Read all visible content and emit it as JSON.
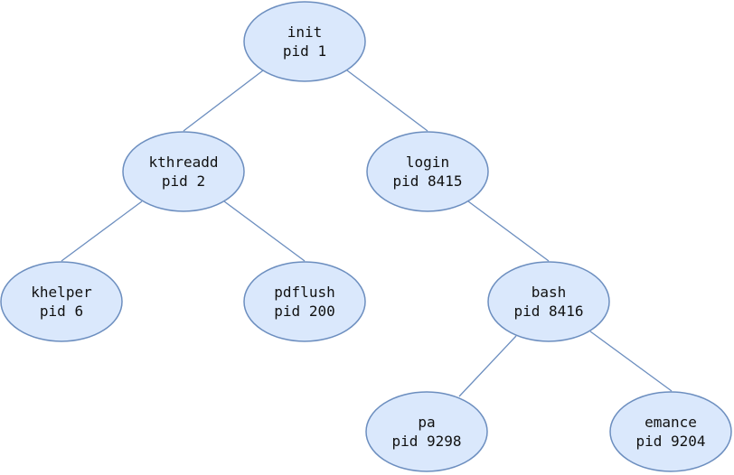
{
  "colors": {
    "node_fill": "#dae8fc",
    "node_stroke": "#6c8ebf",
    "edge": "#6c8ebf"
  },
  "tree": {
    "nodes": [
      {
        "id": "init",
        "name": "init",
        "pid": "pid 1"
      },
      {
        "id": "kthreadd",
        "name": "kthreadd",
        "pid": "pid 2"
      },
      {
        "id": "login",
        "name": "login",
        "pid": "pid 8415"
      },
      {
        "id": "khelper",
        "name": "khelper",
        "pid": "pid 6"
      },
      {
        "id": "pdflush",
        "name": "pdflush",
        "pid": "pid 200"
      },
      {
        "id": "bash",
        "name": "bash",
        "pid": "pid 8416"
      },
      {
        "id": "pa",
        "name": "pa",
        "pid": "pid 9298"
      },
      {
        "id": "emance",
        "name": "emance",
        "pid": "pid 9204"
      }
    ],
    "edges": [
      {
        "from": "init",
        "to": "kthreadd"
      },
      {
        "from": "init",
        "to": "login"
      },
      {
        "from": "kthreadd",
        "to": "khelper"
      },
      {
        "from": "kthreadd",
        "to": "pdflush"
      },
      {
        "from": "login",
        "to": "bash"
      },
      {
        "from": "bash",
        "to": "pa"
      },
      {
        "from": "bash",
        "to": "emance"
      }
    ]
  }
}
